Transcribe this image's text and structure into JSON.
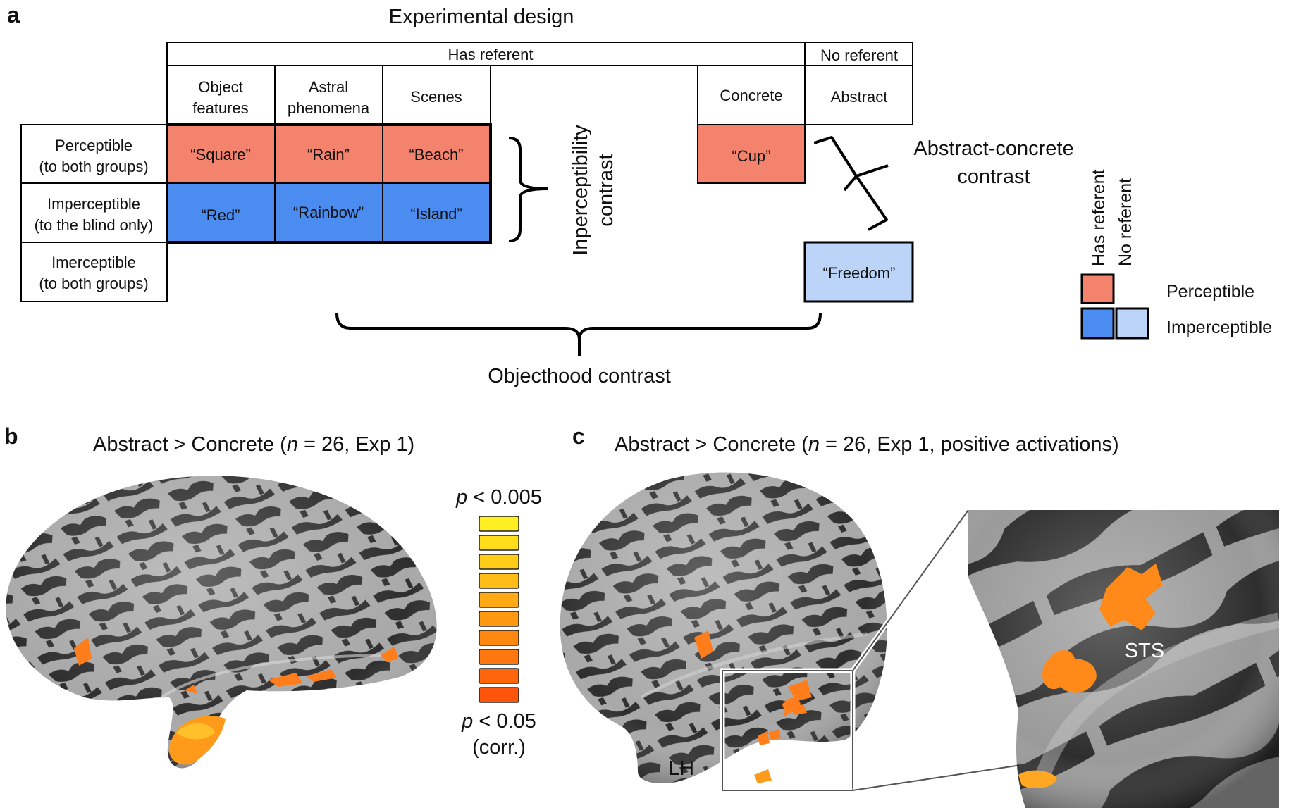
{
  "panel_a": {
    "letter": "a",
    "title": "Experimental design",
    "header_has_referent": "Has referent",
    "header_no_referent": "No referent",
    "columns": {
      "object_features": [
        "Object",
        "features"
      ],
      "astral_phenomena": [
        "Astral",
        "phenomena"
      ],
      "scenes": "Scenes",
      "concrete": "Concrete",
      "abstract": "Abstract"
    },
    "rows": {
      "perceptible": [
        "Perceptible",
        "(to both groups)"
      ],
      "imperceptible_blind": [
        "Imperceptible",
        "(to the blind only)"
      ],
      "imperceptible_both": [
        "Imerceptible",
        "(to both groups)"
      ]
    },
    "cells": {
      "square": "“Square”",
      "rain": "“Rain”",
      "beach": "“Beach”",
      "red": "“Red”",
      "rainbow": "“Rainbow”",
      "island": "“Island”",
      "cup": "“Cup”",
      "freedom": "“Freedom”"
    },
    "contrasts": {
      "imperceptibility": [
        "Inperceptibility",
        "contrast"
      ],
      "abstract_concrete": [
        "Abstract-concrete",
        "contrast"
      ],
      "objecthood": "Objecthood contrast"
    },
    "legend": {
      "col_has_referent": "Has referent",
      "col_no_referent": "No referent",
      "perceptible": "Perceptible",
      "imperceptible": "Imperceptible"
    },
    "colors": {
      "perceptible": "#f4836e",
      "imperceptible": "#4a8cf0",
      "imperceptible_light": "#bcd4f8"
    }
  },
  "panel_b": {
    "letter": "b",
    "title_prefix": "Abstract > Concrete (",
    "title_n": "n",
    "title_suffix": " = 26, Exp 1)",
    "colorbar": {
      "top_p": "p",
      "top_value": " < 0.005",
      "bottom_p": "p",
      "bottom_value": " < 0.05",
      "bottom_note": "(corr.)",
      "swatches": [
        "#ffee22",
        "#ffdd1a",
        "#ffcc18",
        "#ffbb16",
        "#ffaa14",
        "#ff9912",
        "#ff8810",
        "#ff770e",
        "#ff660c",
        "#ff550a"
      ]
    }
  },
  "panel_c": {
    "letter": "c",
    "title_prefix": "Abstract > Concrete (",
    "title_n": "n",
    "title_suffix": " = 26, Exp 1, positive activations)",
    "hemisphere_label": "LH",
    "zoom_label": "STS"
  }
}
